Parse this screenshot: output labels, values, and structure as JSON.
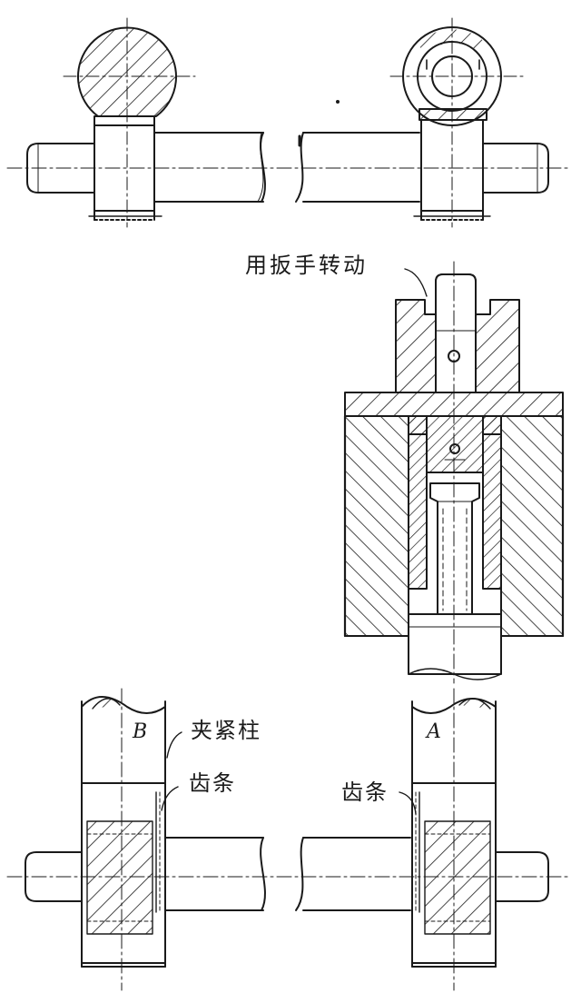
{
  "labels": {
    "wrench_turn": "用扳手转动",
    "clamp_column": "夹紧柱",
    "rack_left": "齿条",
    "rack_right": "齿条",
    "letter_b": "B",
    "letter_a": "A"
  },
  "colors": {
    "ink": "#1a1a1a",
    "paper": "#ffffff"
  }
}
